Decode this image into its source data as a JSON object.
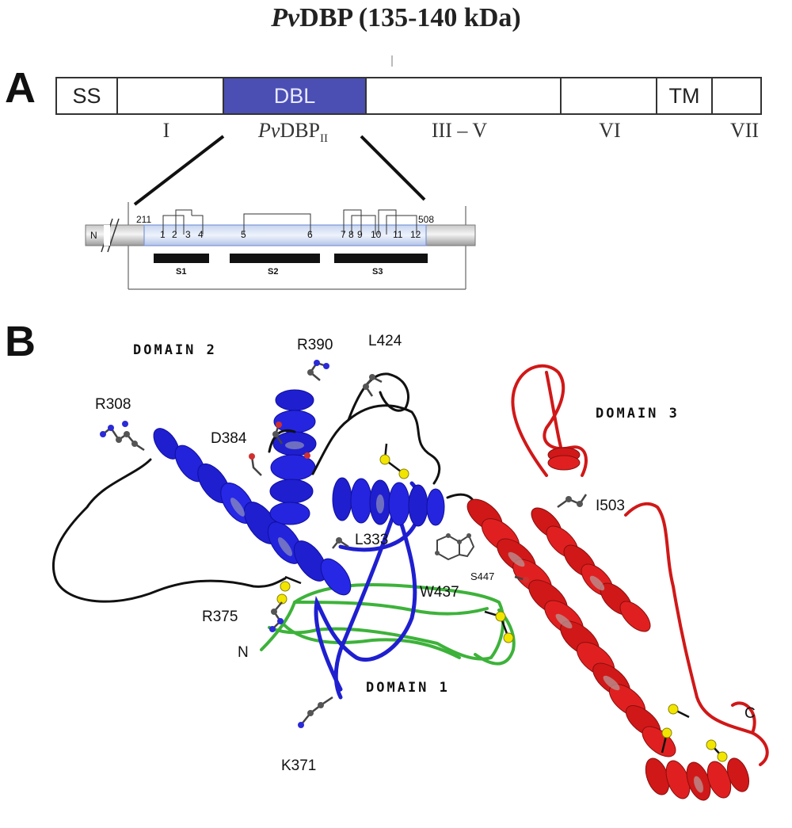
{
  "title": {
    "italic": "Pv",
    "rest": "DBP (135-140 kDa)"
  },
  "panel_a": {
    "letter": "A",
    "segments": [
      {
        "label": "SS"
      },
      {
        "label": ""
      },
      {
        "label": "DBL"
      },
      {
        "label": ""
      },
      {
        "label": ""
      },
      {
        "label": "TM"
      },
      {
        "label": ""
      }
    ],
    "regions": {
      "r1": "I",
      "r2_italic": "Pv",
      "r2_main": "DBP",
      "r2_sub": "II",
      "r3": "III – V",
      "r4": "VI",
      "r5": "VII"
    },
    "inset": {
      "n_terminus": "N",
      "start_residue": "211",
      "end_residue": "508",
      "cysteines": [
        "1",
        "2",
        "3",
        "4",
        "5",
        "6",
        "7",
        "8",
        "9",
        "10",
        "11",
        "12"
      ],
      "subdomains": [
        "S1",
        "S2",
        "S3"
      ]
    },
    "colors": {
      "dbl": "#4b4fb3",
      "inset_fill": "#dce6f7",
      "inset_border": "#7a96d6"
    }
  },
  "panel_b": {
    "letter": "B",
    "domains": {
      "d1": "DOMAIN 1",
      "d2": "DOMAIN 2",
      "d3": "DOMAIN 3"
    },
    "residues": {
      "r390": "R390",
      "l424": "L424",
      "r308": "R308",
      "d384": "D384",
      "i503": "I503",
      "l333": "L333",
      "s447": "S447",
      "w437": "W437",
      "r375": "R375",
      "k371": "K371"
    },
    "termini": {
      "n": "N",
      "c": "C"
    },
    "colors": {
      "domain1": "#3db23a",
      "domain2": "#1f1fd0",
      "domain3": "#d01818",
      "loop": "#111111",
      "disulfide": "#f2e600"
    }
  }
}
